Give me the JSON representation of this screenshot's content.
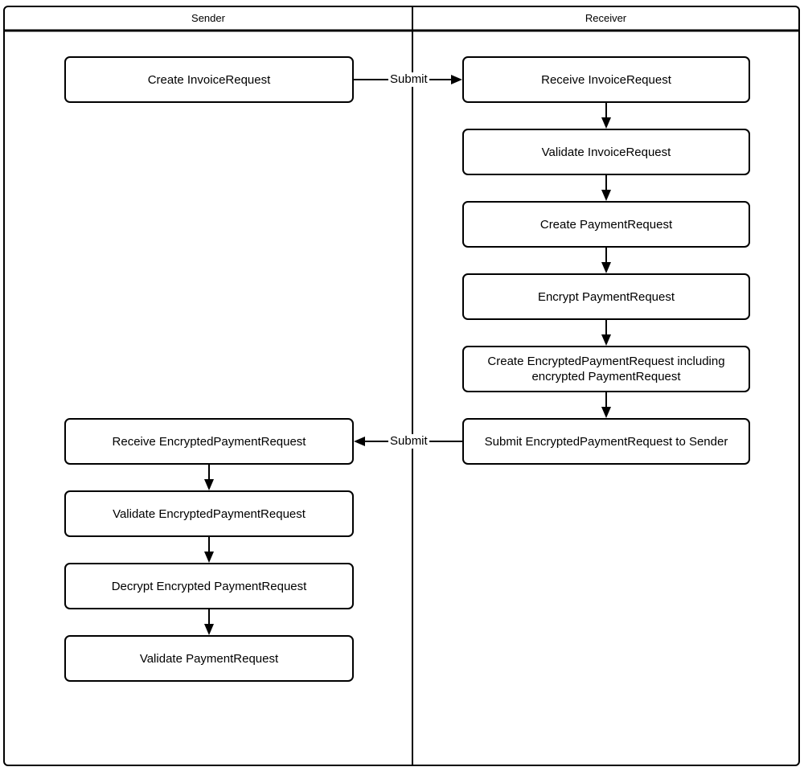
{
  "diagram": {
    "lanes": [
      {
        "label": "Sender"
      },
      {
        "label": "Receiver"
      }
    ],
    "sender_steps": [
      "Create InvoiceRequest",
      "Receive EncryptedPaymentRequest",
      "Validate EncryptedPaymentRequest",
      "Decrypt Encrypted PaymentRequest",
      "Validate PaymentRequest"
    ],
    "receiver_steps": [
      "Receive InvoiceRequest",
      "Validate InvoiceRequest",
      "Create PaymentRequest",
      "Encrypt PaymentRequest",
      "Create EncryptedPaymentRequest including encrypted PaymentRequest",
      "Submit EncryptedPaymentRequest to Sender"
    ],
    "messages": [
      {
        "label": "Submit"
      },
      {
        "label": "Submit"
      }
    ],
    "colors": {
      "line": "#000000",
      "background": "#ffffff",
      "text": "#000000"
    }
  }
}
